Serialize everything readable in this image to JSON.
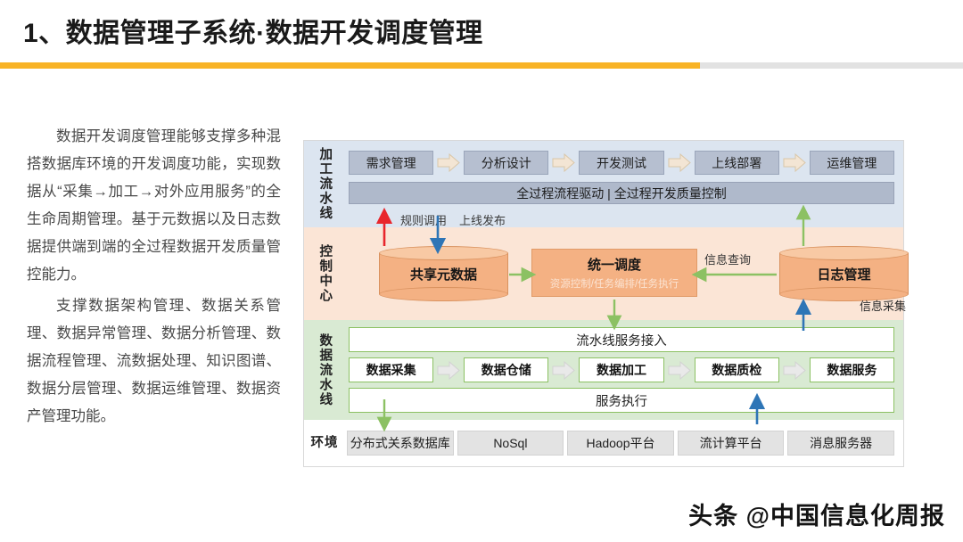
{
  "slide": {
    "title": "1、数据管理子系统·数据开发调度管理",
    "watermark": "头条 @中国信息化周报",
    "accent_color": "#F8B326",
    "divider_gray": "#E2E2E2"
  },
  "description": {
    "paragraph1": "数据开发调度管理能够支撑多种混搭数据库环境的开发调度功能，实现数据从“采集→加工→对外应用服务”的全生命周期管理。基于元数据以及日志数据提供端到端的全过程数据开发质量管控能力。",
    "paragraph2": "支撑数据架构管理、数据关系管理、数据异常管理、数据分析管理、数据流程管理、流数据处理、知识图谱、数据分层管理、数据运维管理、数据资产管理功能。"
  },
  "diagram": {
    "bands": {
      "process": {
        "label": "加工流水线",
        "color": "#DCE5F0",
        "steps": [
          {
            "label": "需求管理"
          },
          {
            "label": "分析设计"
          },
          {
            "label": "开发测试"
          },
          {
            "label": "上线部署"
          },
          {
            "label": "运维管理"
          }
        ],
        "bar": "全过程流程驱动  |  全过程开发质量控制",
        "flow_tags": [
          "规则调用",
          "上线发布"
        ]
      },
      "control": {
        "label": "控制中心",
        "color": "#FBE5D6",
        "metadata_store": "共享元数据",
        "scheduler_title": "统一调度",
        "scheduler_subtitle": "资源控制/任务编排/任务执行",
        "log_store": "日志管理",
        "label_query": "信息查询",
        "label_collect": "信息采集"
      },
      "data": {
        "label": "数据流水线",
        "color": "#D9EAD3",
        "top_bar": "流水线服务接入",
        "steps": [
          {
            "label": "数据采集"
          },
          {
            "label": "数据仓储"
          },
          {
            "label": "数据加工"
          },
          {
            "label": "数据质检"
          },
          {
            "label": "数据服务"
          }
        ],
        "bottom_bar": "服务执行"
      },
      "environment": {
        "label": "环境",
        "items": [
          {
            "label": "分布式关系数据库"
          },
          {
            "label": "NoSql"
          },
          {
            "label": "Hadoop平台"
          },
          {
            "label": "流计算平台"
          },
          {
            "label": "消息服务器"
          }
        ]
      }
    },
    "arrow_colors": {
      "rule_call": "#E8262C",
      "release": "#2E75B6",
      "flow_green": "#8CC163",
      "collect_blue": "#2E75B6"
    }
  }
}
